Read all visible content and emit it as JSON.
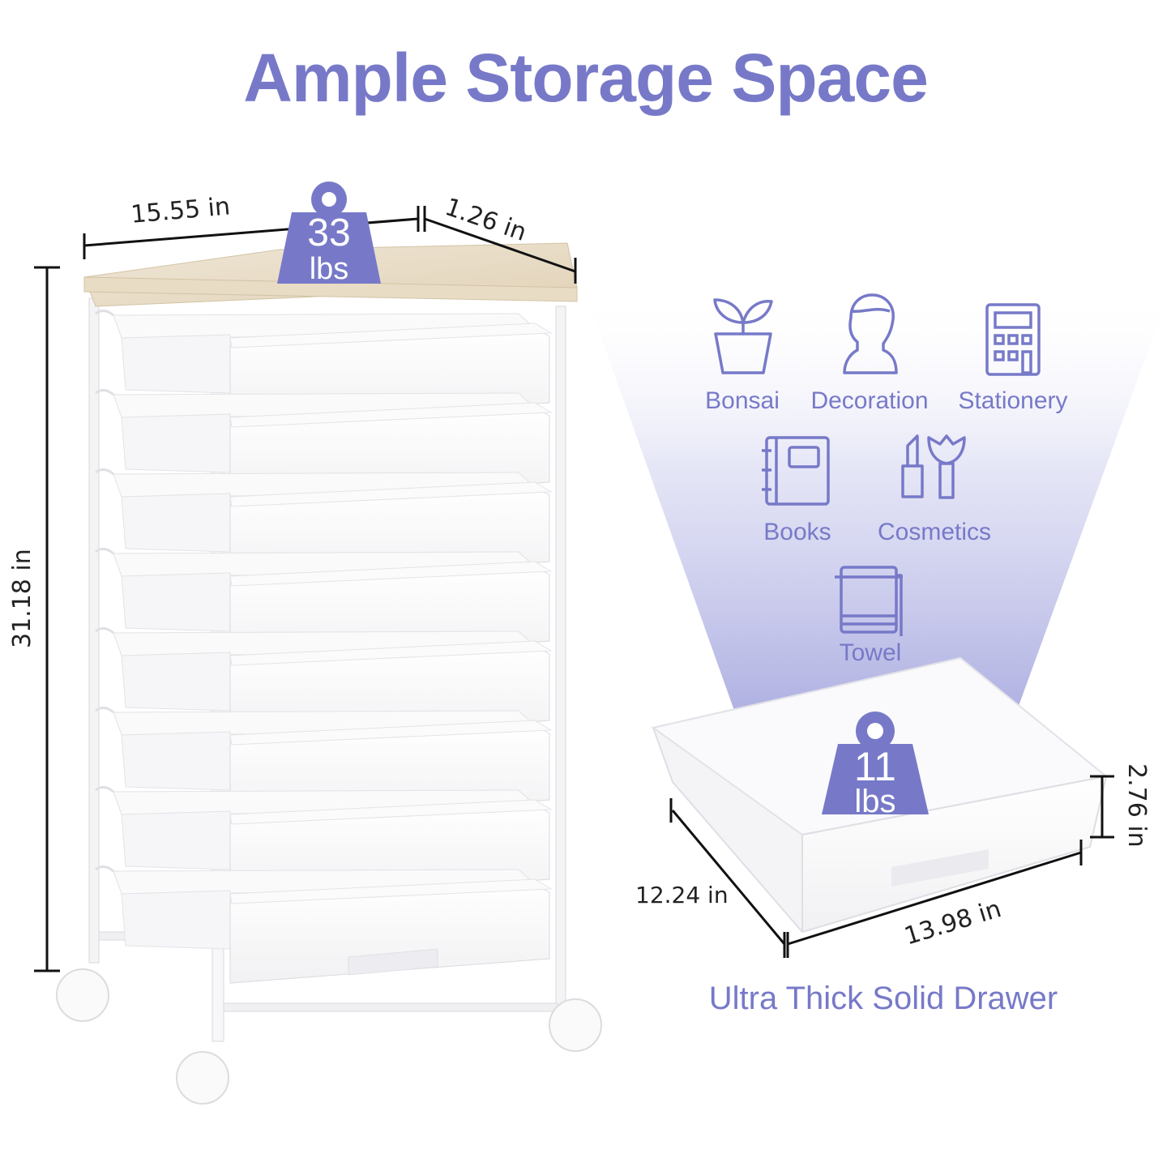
{
  "title": "Ample Storage Space",
  "accent_color": "#7779c8",
  "cart": {
    "top_weight": {
      "value": "33",
      "unit": "lbs"
    },
    "width_label": "15.55 in",
    "depth_label": "1.26 in",
    "height_label": "31.18 in",
    "drawer_count": 8
  },
  "categories": [
    {
      "label": "Bonsai",
      "icon": "plant-pot-icon"
    },
    {
      "label": "Decoration",
      "icon": "bust-statue-icon"
    },
    {
      "label": "Stationery",
      "icon": "calculator-icon"
    },
    {
      "label": "Books",
      "icon": "notebook-icon"
    },
    {
      "label": "Cosmetics",
      "icon": "lipstick-brush-icon"
    },
    {
      "label": "Towel",
      "icon": "towel-icon"
    }
  ],
  "drawer": {
    "weight": {
      "value": "11",
      "unit": "lbs"
    },
    "height_label": "2.76 in",
    "depth_label": "12.24 in",
    "width_label": "13.98 in",
    "caption": "Ultra Thick Solid Drawer"
  }
}
